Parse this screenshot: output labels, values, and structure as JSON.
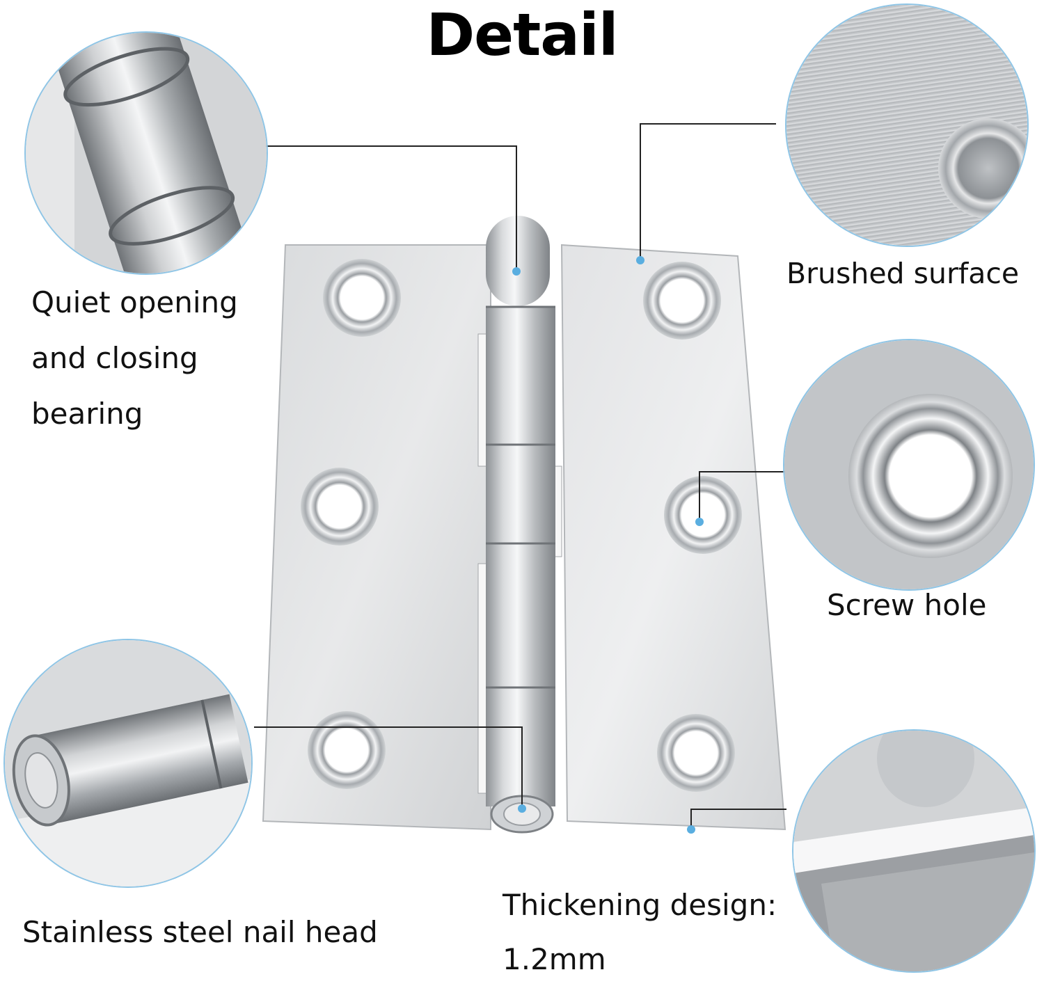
{
  "title": "Detail",
  "labels": {
    "quiet_line1": "Quiet opening",
    "quiet_line2": "and closing",
    "quiet_line3": "bearing",
    "brushed": "Brushed surface",
    "screw_hole": "Screw hole",
    "nail_head": "Stainless steel nail head",
    "thickening_line1": "Thickening design:",
    "thickening_line2": "1.2mm"
  },
  "colors": {
    "accent": "#8ec5e6",
    "dot": "#5aaee0",
    "steel_light": "#e4e6e8",
    "steel_mid": "#c6c9cc",
    "steel_dark": "#8f9397"
  }
}
